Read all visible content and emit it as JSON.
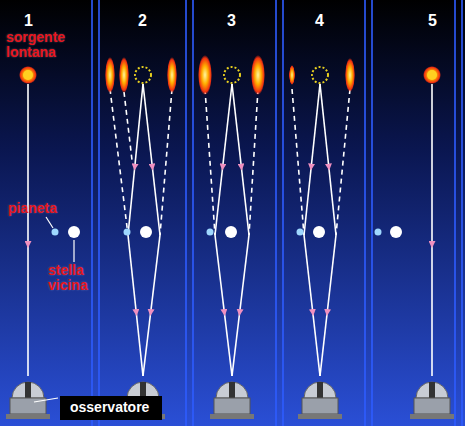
{
  "diagram": {
    "nodes": [
      {
        "text": [
          "osservatore"
        ]
      }
    ],
    "edges": [],
    "labels": [
      "1",
      "2",
      "3",
      "4",
      "5",
      "sorgente lontana",
      "pianeta",
      "stella vicina"
    ]
  }
}
